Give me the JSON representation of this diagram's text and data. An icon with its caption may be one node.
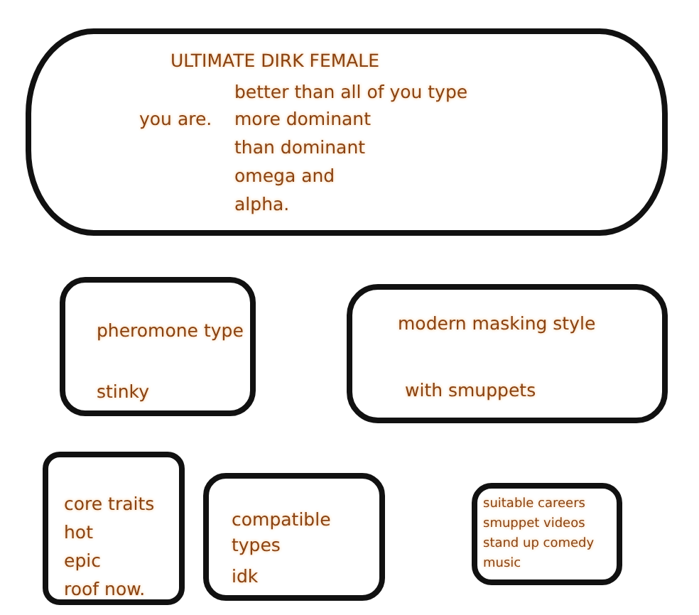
{
  "diagram": {
    "nodes": [
      {
        "text": [
          "ULTIMATE DIRK FEMALE",
          "you are.",
          "better than all of you type",
          "more dominant than dominant omega and alpha."
        ]
      },
      {
        "text": [
          "pheromone type",
          "stinky"
        ]
      },
      {
        "text": [
          "modern masking style",
          "with smuppets"
        ]
      },
      {
        "text": [
          "core traits",
          "hot",
          "epic",
          "roof now."
        ]
      },
      {
        "text": [
          "compatible types",
          "idk"
        ]
      },
      {
        "text": [
          "suitable careers",
          "smuppet videos",
          "stand up comedy",
          "music"
        ]
      }
    ]
  }
}
